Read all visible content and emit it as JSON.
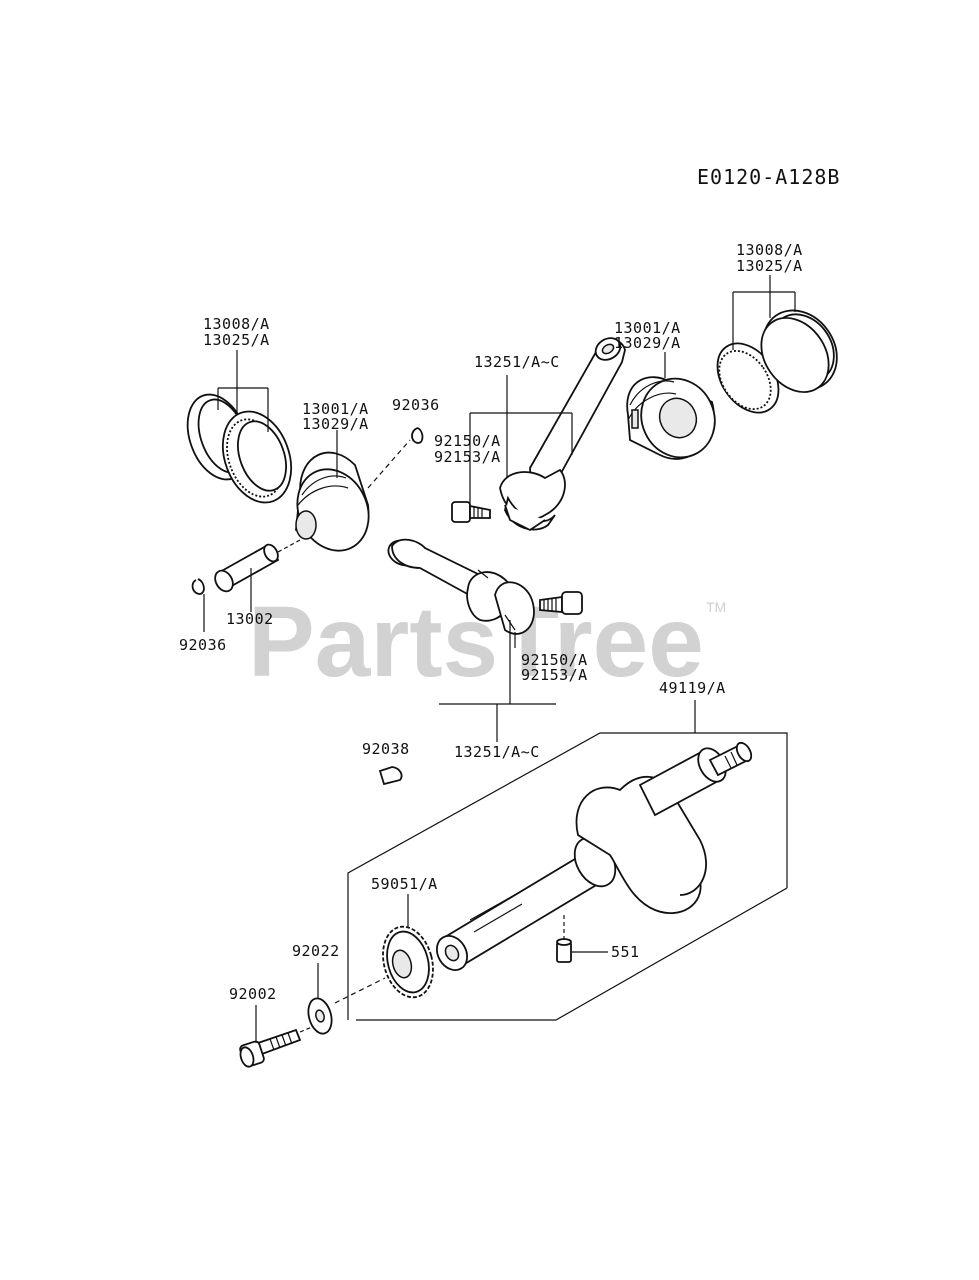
{
  "diagram_code": "E0120-A128B",
  "watermark": {
    "text": "PartsTree",
    "trademark": "TM"
  },
  "labels": {
    "rings_left": [
      "13008/A",
      "13025/A"
    ],
    "piston_left": [
      "13001/A",
      "13029/A"
    ],
    "clip_top": "92036",
    "conrod_top": "13251/A~C",
    "bolt_top": [
      "92150/A",
      "92153/A"
    ],
    "piston_right": [
      "13001/A",
      "13029/A"
    ],
    "rings_right": [
      "13008/A",
      "13025/A"
    ],
    "pin": "13002",
    "clip_left": "92036",
    "bolt_bottom": [
      "92150/A",
      "92153/A"
    ],
    "crankshaft": "49119/A",
    "key": "92038",
    "conrod_bottom": "13251/A~C",
    "gear": "59051/A",
    "washer": "92022",
    "pin_551": "551",
    "bolt": "92002"
  }
}
